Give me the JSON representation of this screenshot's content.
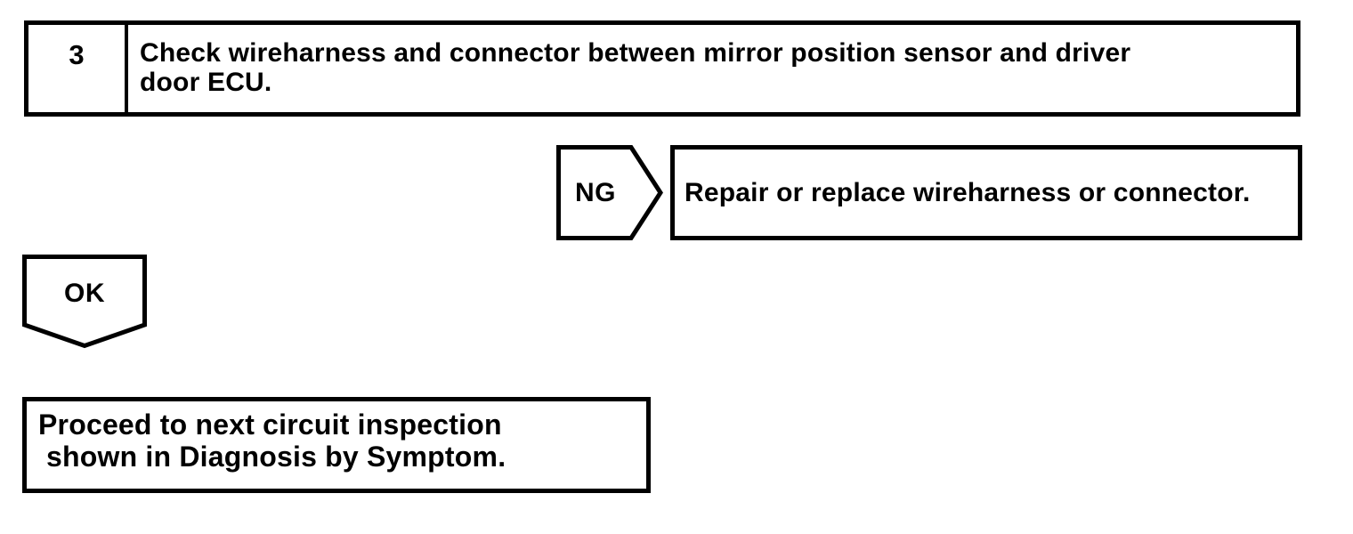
{
  "colors": {
    "line": "#000000",
    "background": "#ffffff"
  },
  "step": {
    "number": "3",
    "instruction": "Check wireharness and connector between mirror position sensor and driver door ECU.",
    "instruction_lines": [
      "Check wireharness and connector between mirror position sensor and driver",
      "door ECU."
    ]
  },
  "ng_branch": {
    "label": "NG",
    "action": "Repair or replace wireharness or connector."
  },
  "ok_branch": {
    "label": "OK",
    "action_lines": [
      "Proceed to next circuit inspection",
      "shown in Diagnosis by Symptom."
    ]
  }
}
